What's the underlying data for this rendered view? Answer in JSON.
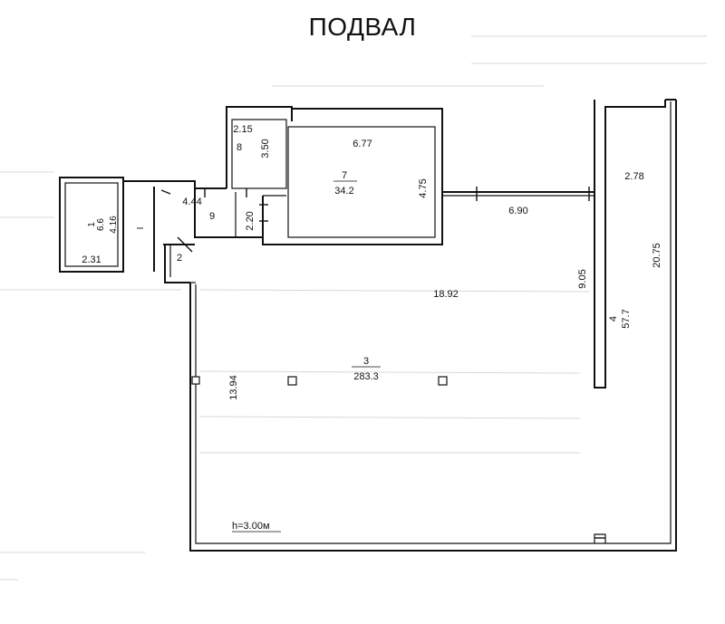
{
  "title": "ПОДВАЛ",
  "rooms": [
    {
      "number": "1",
      "area": "6.6",
      "dims": [
        "4.16",
        "2.31"
      ]
    },
    {
      "number": "2"
    },
    {
      "number": "3",
      "area": "283.3",
      "dims": [
        "18.92",
        "13.94"
      ]
    },
    {
      "number": "4",
      "area": "57.7",
      "dims": [
        "2.78",
        "9.05",
        "20.75"
      ]
    },
    {
      "number": "7",
      "area": "34.2",
      "dims": [
        "6.77",
        "4.75"
      ]
    },
    {
      "number": "8",
      "dims": [
        "2.15",
        "3.50"
      ]
    },
    {
      "number": "9",
      "dims": [
        "4.44",
        "2.20"
      ]
    }
  ],
  "corridor_length": "6.90",
  "ceiling_height": "h=3.00м",
  "marker_1": "I"
}
